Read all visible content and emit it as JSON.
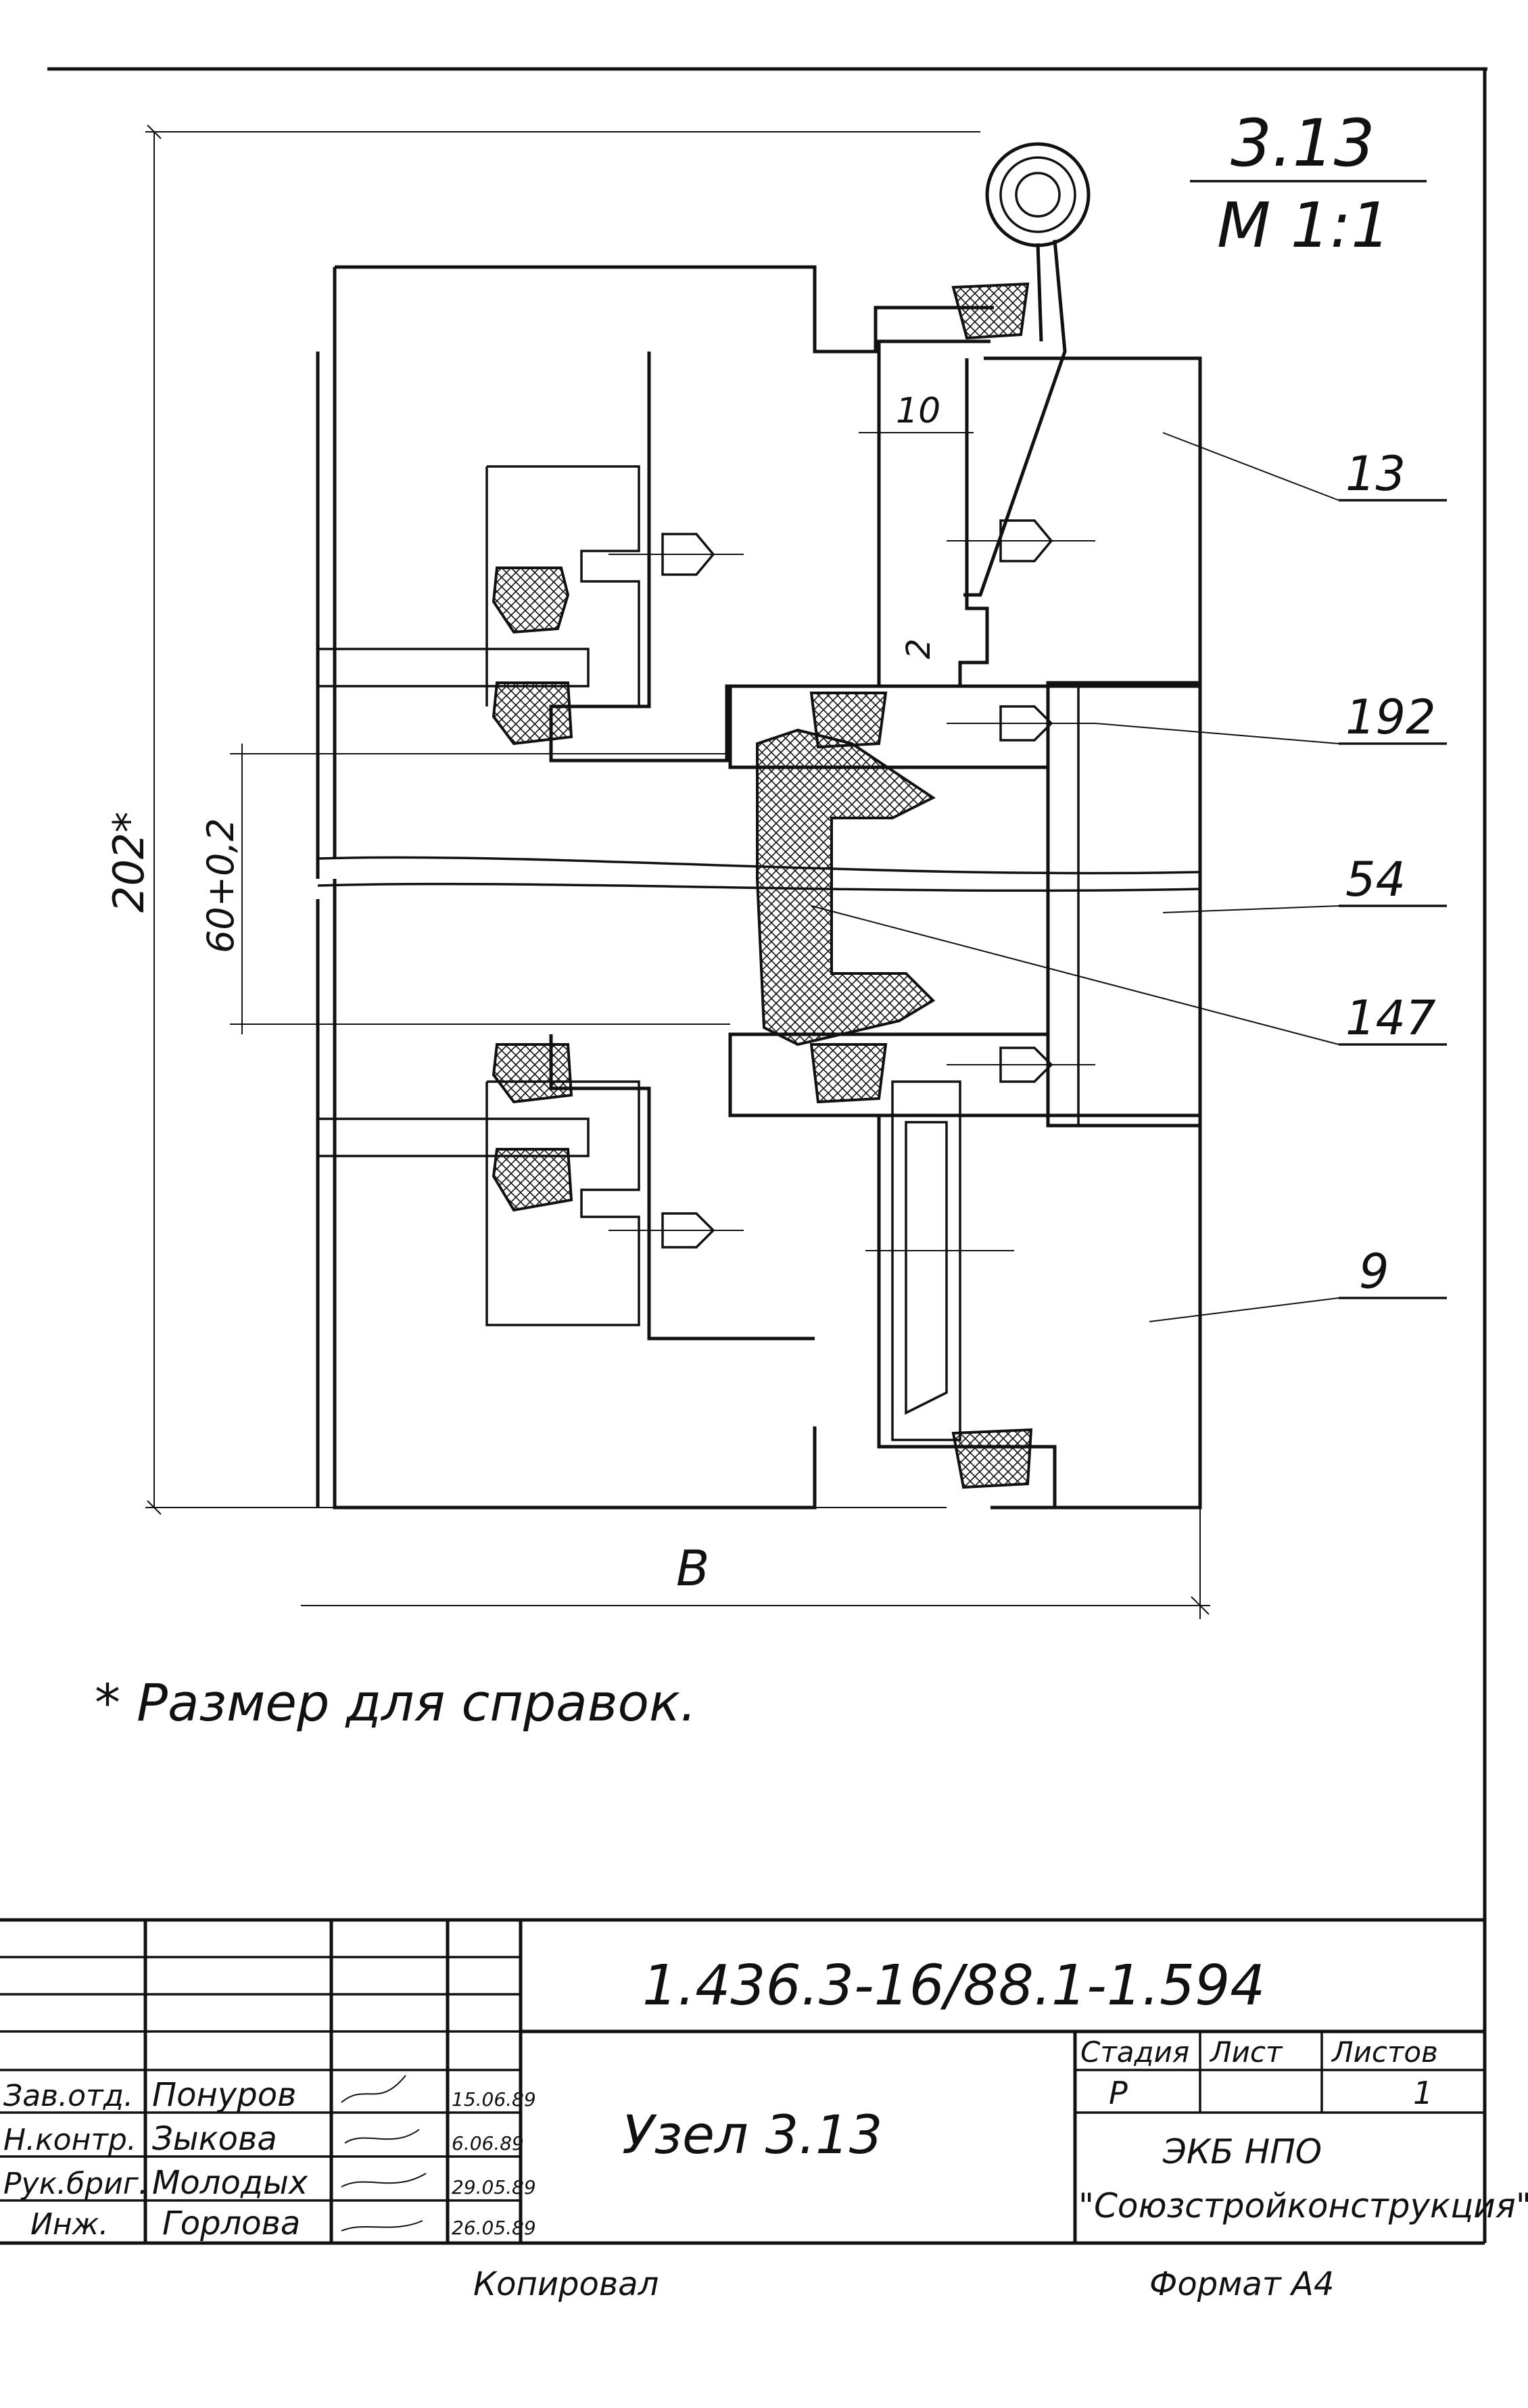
{
  "header": {
    "number": "3.13",
    "scale": "M 1:1"
  },
  "callouts": [
    "13",
    "192",
    "54",
    "147",
    "9"
  ],
  "dimensions": {
    "overall_height": "202*",
    "gap": "60+0,2",
    "width": "B",
    "d10": "10",
    "d2": "2"
  },
  "note": "* Размер для справок.",
  "title_block": {
    "designation": "1.436.3-16/88.1-1.594",
    "title": "Узел 3.13",
    "stage_header": "Стадия",
    "sheet_header": "Лист",
    "sheets_header": "Листов",
    "stage": "Р",
    "sheet": "",
    "sheets": "1",
    "org_line1": "ЭКБ НПО",
    "org_line2": "\"Союзстройконструкция\"",
    "signatures": [
      {
        "role": "Зав.отд.",
        "name": "Понуров",
        "date": "15.06.89"
      },
      {
        "role": "Н.контр.",
        "name": "Зыкова",
        "date": "6.06.89"
      },
      {
        "role": "Рук.бриг.",
        "name": "Молодых",
        "date": "29.05.89"
      },
      {
        "role": "Инж.",
        "name": "Горлова",
        "date": "26.05.89"
      }
    ]
  },
  "footer": {
    "copied": "Копировал",
    "format": "Формат А4"
  }
}
